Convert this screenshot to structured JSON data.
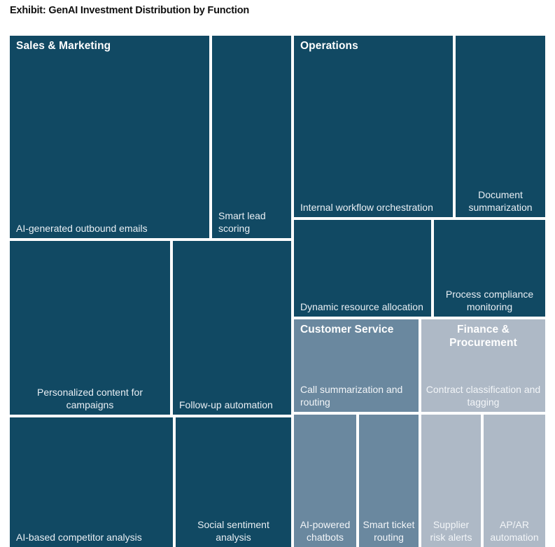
{
  "title": "Exhibit: GenAI Investment Distribution by Function",
  "colors": {
    "background": "#ffffff",
    "title_text": "#111111",
    "sales_marketing": "#114963",
    "operations": "#114963",
    "customer_service": "#6a889f",
    "finance_procurement": "#aeb9c6",
    "tile_label": "#e9eff4",
    "group_label": "#ffffff"
  },
  "groups": {
    "sales_marketing": {
      "label": "Sales & Marketing"
    },
    "operations": {
      "label": "Operations"
    },
    "customer_service": {
      "label": "Customer Service"
    },
    "finance_procurement": {
      "label": "Finance & Procurement"
    }
  },
  "tiles": {
    "ai_generated_outbound_emails": "AI-generated outbound emails",
    "smart_lead_scoring": "Smart lead scoring",
    "personalized_content_for_campaigns": "Personalized content for campaigns",
    "follow_up_automation": "Follow-up automation",
    "ai_based_competitor_analysis": "AI-based competitor analysis",
    "social_sentiment_analysis": "Social sentiment analysis",
    "internal_workflow_orchestration": "Internal workflow orchestration",
    "document_summarization": "Document summarization",
    "dynamic_resource_allocation": "Dynamic resource allocation",
    "process_compliance_monitoring": "Process compliance monitoring",
    "call_summarization_and_routing": "Call summarization and routing",
    "ai_powered_chatbots": "AI-powered chatbots",
    "smart_ticket_routing": "Smart ticket routing",
    "contract_classification_and_tagging": "Contract classification and tagging",
    "supplier_risk_alerts": "Supplier risk alerts",
    "ap_ar_automation": "AP/AR automation"
  },
  "chart_data": {
    "type": "treemap",
    "title": "Exhibit: GenAI Investment Distribution by Function",
    "xlabel": "",
    "ylabel": "",
    "legend": "none",
    "grid": false,
    "note": "Values are relative areas read off the treemap rectangles (percent of total plot area).",
    "groups": [
      {
        "name": "Sales & Marketing",
        "color": "#114963",
        "value": 41.4,
        "children": [
          {
            "name": "AI-generated outbound emails",
            "value": 15.1
          },
          {
            "name": "Smart lead scoring",
            "value": 5.2
          },
          {
            "name": "Personalized content for campaigns",
            "value": 8.5
          },
          {
            "name": "Follow-up automation",
            "value": 6.0
          },
          {
            "name": "AI-based competitor analysis",
            "value": 4.0
          },
          {
            "name": "Social sentiment analysis",
            "value": 2.6
          }
        ]
      },
      {
        "name": "Operations",
        "color": "#114963",
        "value": 32.2,
        "children": [
          {
            "name": "Internal workflow orchestration",
            "value": 12.7
          },
          {
            "name": "Document summarization",
            "value": 6.0
          },
          {
            "name": "Dynamic resource allocation",
            "value": 7.6
          },
          {
            "name": "Process compliance monitoring",
            "value": 5.9
          }
        ]
      },
      {
        "name": "Customer Service",
        "color": "#6a889f",
        "value": 14.3,
        "children": [
          {
            "name": "Call summarization and routing",
            "value": 7.0
          },
          {
            "name": "AI-powered chatbots",
            "value": 3.8
          },
          {
            "name": "Smart ticket routing",
            "value": 3.5
          }
        ]
      },
      {
        "name": "Finance & Procurement",
        "color": "#aeb9c6",
        "value": 12.1,
        "children": [
          {
            "name": "Contract classification and tagging",
            "value": 5.5
          },
          {
            "name": "Supplier risk alerts",
            "value": 3.3
          },
          {
            "name": "AP/AR automation",
            "value": 3.3
          }
        ]
      }
    ]
  }
}
